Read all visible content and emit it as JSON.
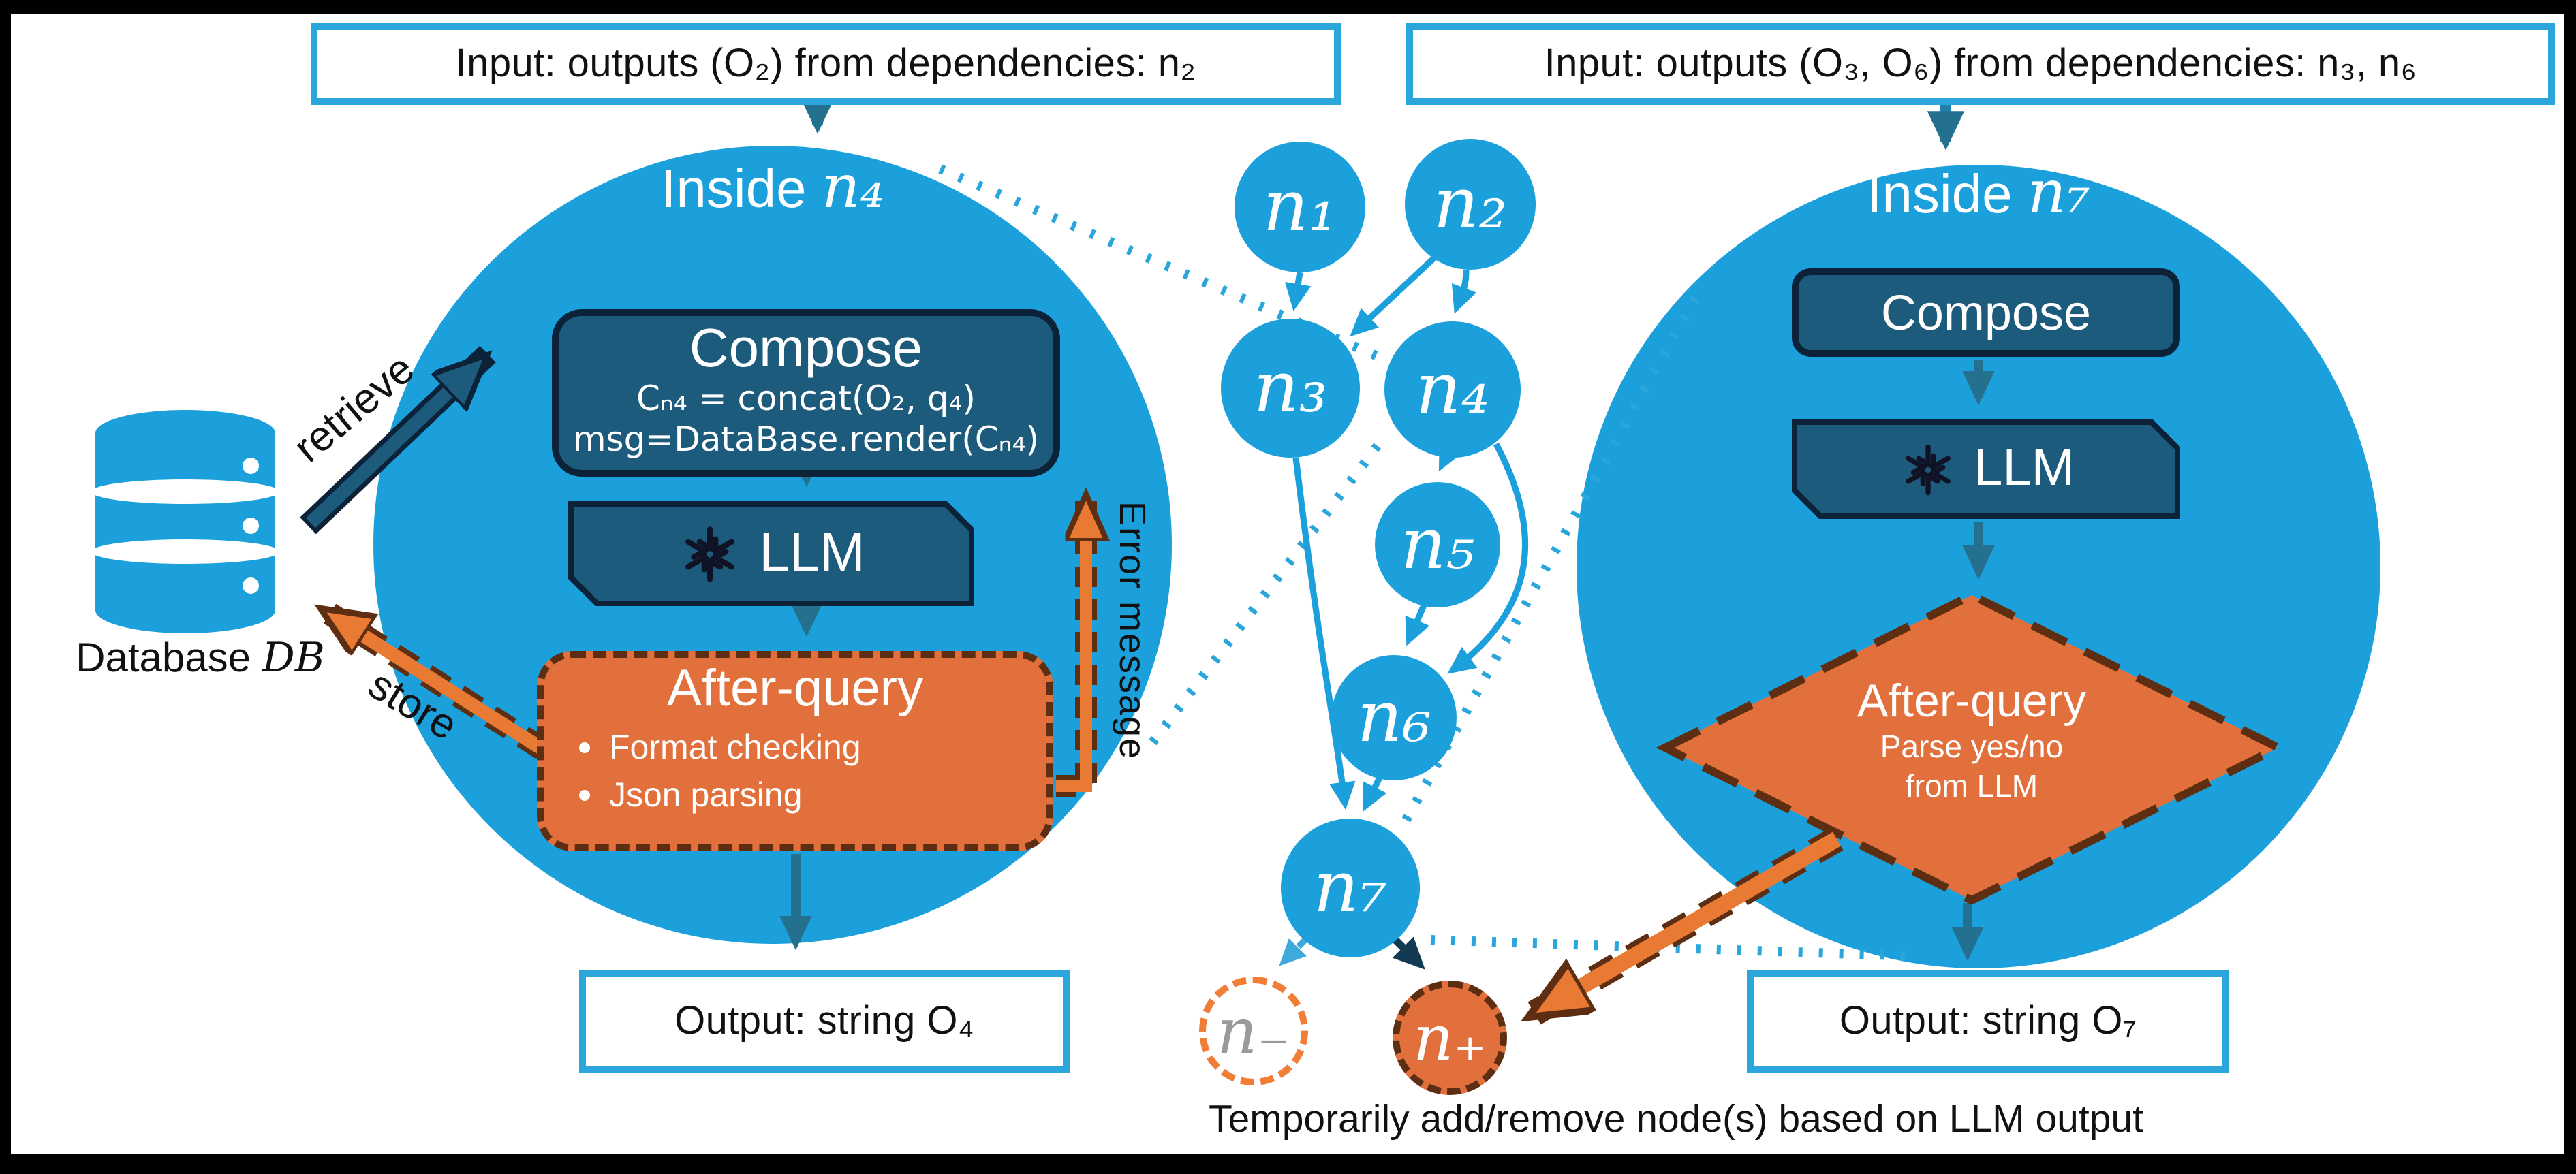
{
  "colors": {
    "bright_blue": "#1ba0db",
    "box_teal": "#1d5b7c",
    "dark_navy": "#0b2239",
    "orange": "#e1703c",
    "brown": "#5e2e12",
    "gray_node": "#9a9a9a",
    "frame": "#000000"
  },
  "inputs": {
    "left": "Input: outputs (O₂) from dependencies: n₂",
    "right": "Input: outputs (O₃, O₆) from dependencies: n₃, n₆"
  },
  "left_unit": {
    "title_prefix": "Inside ",
    "title_node": "n₄",
    "compose": {
      "title": "Compose",
      "line1": "Cₙ₄ = concat(O₂, q₄)",
      "line2": "msg=DataBase.render(Cₙ₄)"
    },
    "llm_label": "LLM",
    "after_query": {
      "title": "After-query",
      "bullets": [
        "Format checking",
        "Json parsing"
      ]
    },
    "error_label": "Error message",
    "output": "Output: string O₄"
  },
  "right_unit": {
    "title_prefix": "Inside ",
    "title_node": "n₇",
    "compose_title": "Compose",
    "llm_label": "LLM",
    "diamond": {
      "title": "After-query",
      "line1": "Parse yes/no",
      "line2": "from LLM"
    },
    "output": "Output: string O₇"
  },
  "database": {
    "label_prefix": "Database ",
    "label_db": "DB",
    "retrieve_label": "retrieve",
    "store_label": "store"
  },
  "graph": {
    "nodes": [
      {
        "id": "n1",
        "label": "n₁"
      },
      {
        "id": "n2",
        "label": "n₂"
      },
      {
        "id": "n3",
        "label": "n₃"
      },
      {
        "id": "n4",
        "label": "n₄"
      },
      {
        "id": "n5",
        "label": "n₅"
      },
      {
        "id": "n6",
        "label": "n₆"
      },
      {
        "id": "n7",
        "label": "n₇"
      },
      {
        "id": "n_minus",
        "label": "n₋"
      },
      {
        "id": "n_plus",
        "label": "n₊"
      }
    ]
  },
  "caption": "Temporarily add/remove node(s) based on LLM output"
}
